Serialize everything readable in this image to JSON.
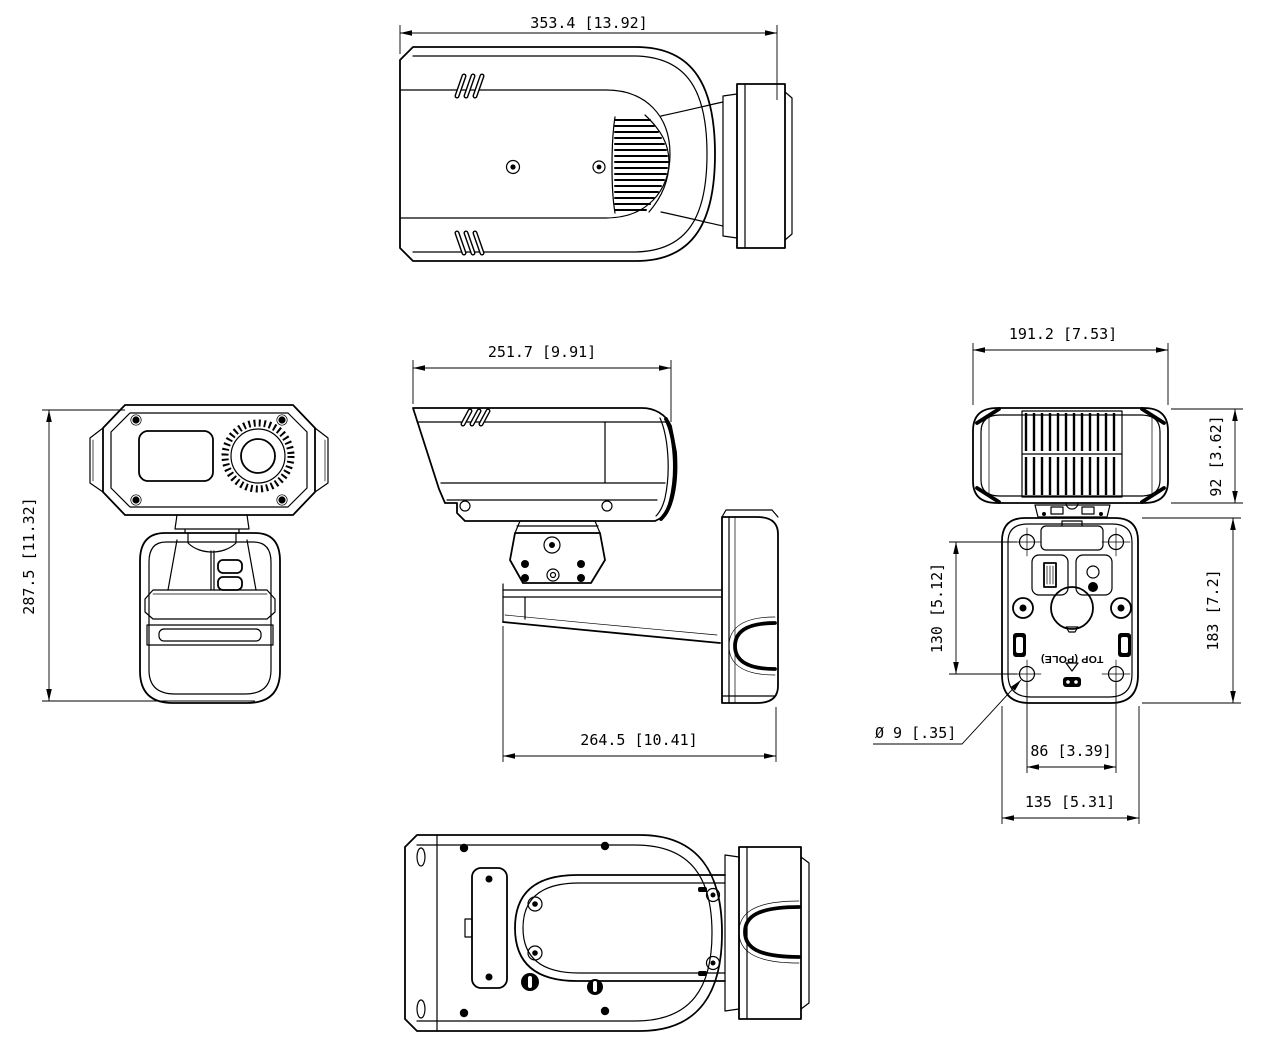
{
  "drawing": {
    "dimensions": {
      "top_view_width": "353.4 [13.92]",
      "front_view_height": "287.5 [11.32]",
      "side_view_body_length": "251.7 [9.91]",
      "side_view_mount_depth": "264.5 [10.41]",
      "rear_view_width": "191.2 [7.53]",
      "rear_view_head_height": "92 [3.62]",
      "rear_view_hole_spacing_vertical": "130 [5.12]",
      "rear_view_plate_height": "183 [7.2]",
      "rear_view_hole_diameter": "Ø 9 [.35]",
      "rear_view_hole_spacing_horizontal": "86 [3.39]",
      "rear_view_plate_width": "135 [5.31]",
      "rear_view_plate_marking": "TOP (POLE)"
    }
  }
}
